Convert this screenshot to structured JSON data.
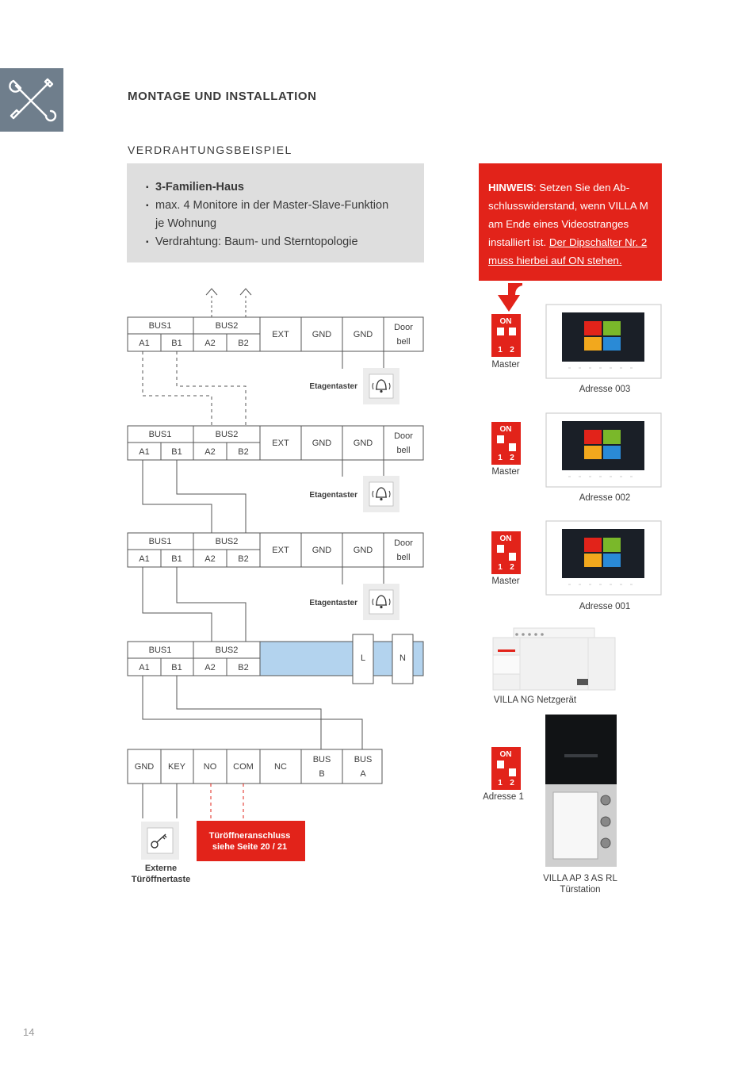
{
  "page": {
    "section_title": "MONTAGE UND INSTALLATION",
    "sub_title": "VERDRAHTUNGSBEISPIEL",
    "page_number": "14",
    "accent_color": "#e2231a",
    "tab_color": "#6f7e8c",
    "tab_icon": "tools-icon"
  },
  "info": {
    "items": [
      "3-Familien-Haus",
      "max. 4 Monitore in der Master-Slave-Funktion",
      "je Wohnung",
      "Verdrahtung: Baum- und Sterntopologie"
    ]
  },
  "hint": {
    "label": "HINWEIS",
    "text": ": Setzen Sie den Ab­schlusswiderstand, wenn VILLA M am Ende eines Videostranges installiert ist. ",
    "underlined": "Der Dipschalter Nr. 2 muss hierbei auf ON stehen."
  },
  "terminal": {
    "bus1": "BUS1",
    "bus2": "BUS2",
    "a1": "A1",
    "b1": "B1",
    "a2": "A2",
    "b2": "B2",
    "ext": "EXT",
    "gnd": "GND",
    "door": "Door",
    "bell": "bell",
    "l": "L",
    "n": "N"
  },
  "floor_button": {
    "label": "Etagentaster",
    "icon": "bell-icon"
  },
  "door_terminal": {
    "gnd": "GND",
    "key": "KEY",
    "no": "NO",
    "com": "COM",
    "nc": "NC",
    "bus": "BUS",
    "b": "B",
    "a": "A"
  },
  "door_opener": {
    "line1": "Türöffneranschluss",
    "line2": "siehe Seite 20 / 21"
  },
  "key_button": {
    "icon": "key-icon",
    "line1": "Externe",
    "line2": "Türöffnertaste"
  },
  "dip": {
    "on": "ON",
    "one": "1",
    "two": "2"
  },
  "monitors": [
    {
      "dip_label": "Master",
      "address": "Adresse 003"
    },
    {
      "dip_label": "Master",
      "address": "Adresse 002"
    },
    {
      "dip_label": "Master",
      "address": "Adresse 001"
    }
  ],
  "power_supply": {
    "label": "VILLA NG Netzgerät"
  },
  "door_station": {
    "dip_label": "Adresse 1",
    "line1": "VILLA AP 3 AS RL",
    "line2": "Türstation"
  },
  "colors": {
    "bus_bar": "#b3d3ee",
    "dip_red": "#e2231a"
  }
}
